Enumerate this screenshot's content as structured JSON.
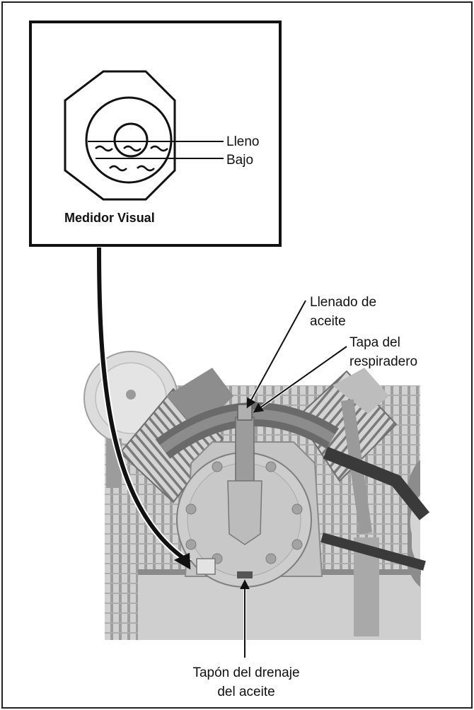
{
  "inset": {
    "title": "Medidor Visual",
    "level_full": "Lleno",
    "level_low": "Bajo"
  },
  "callouts": {
    "oil_fill_line1": "Llenado de",
    "oil_fill_line2": "aceite",
    "breather_cap_line1": "Tapa del",
    "breather_cap_line2": "respiradero",
    "drain_plug_line1": "Tapón del drenaje",
    "drain_plug_line2": "del aceite"
  },
  "colors": {
    "ink": "#111111",
    "metal_light": "#d9d9d9",
    "metal_mid": "#b3b3b3",
    "metal_dark": "#6e6e6e",
    "guard_grey": "#9a9a9a"
  }
}
